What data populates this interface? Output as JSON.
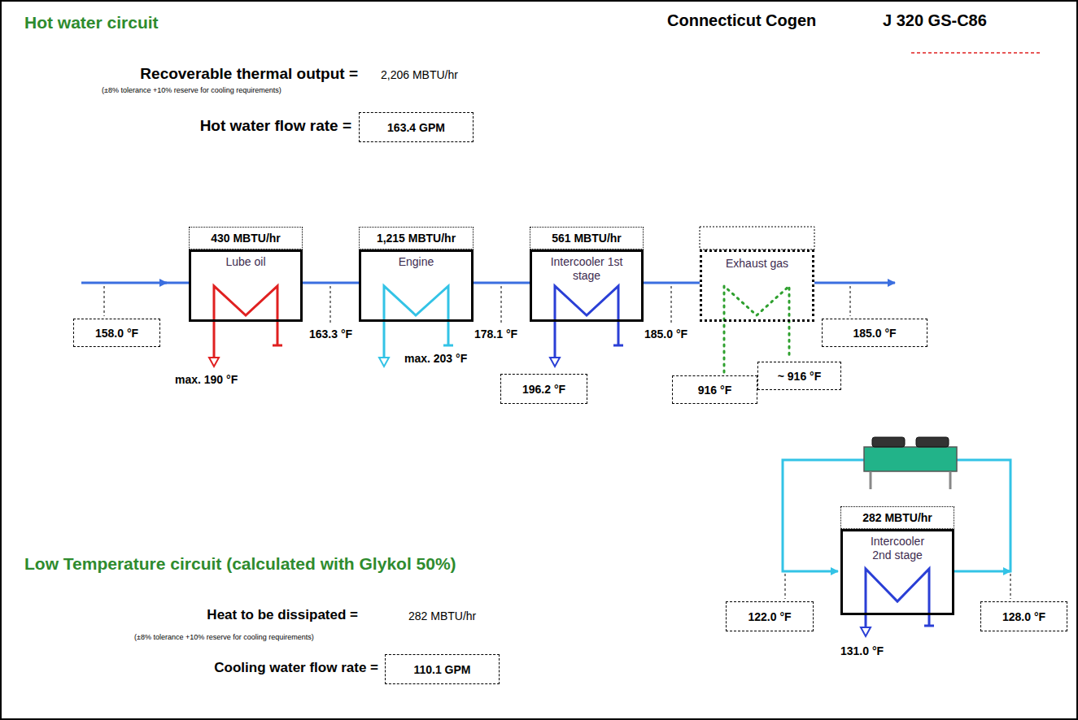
{
  "diagram": {
    "title": "Hot water circuit",
    "nodes": [
      {
        "text": [
          "163.4 GPM"
        ]
      },
      {
        "text": [
          "430 MBTU/hr"
        ]
      },
      {
        "text": [
          "1,215 MBTU/hr"
        ]
      },
      {
        "text": [
          "561 MBTU/hr"
        ]
      },
      {
        "text": [
          "Lube oil"
        ]
      },
      {
        "text": [
          "Engine"
        ]
      },
      {
        "text": [
          "Intercooler 1st stage"
        ]
      },
      {
        "text": [
          "Exhaust gas"
        ]
      },
      {
        "text": [
          "158.0 °F"
        ]
      },
      {
        "text": [
          "196.2 °F"
        ]
      },
      {
        "text": [
          "185.0 °F"
        ]
      },
      {
        "text": [
          "916 °F"
        ]
      },
      {
        "text": [
          "~ 916 °F"
        ]
      },
      {
        "text": [
          "282 MBTU/hr"
        ]
      },
      {
        "text": [
          "Intercooler 2nd stage"
        ]
      },
      {
        "text": [
          "122.0 °F"
        ]
      },
      {
        "text": [
          "128.0 °F"
        ]
      },
      {
        "text": [
          "110.1 GPM"
        ]
      }
    ],
    "edges": [
      {
        "from": 4,
        "to": 5,
        "arrow": "none"
      },
      {
        "from": 5,
        "to": 6,
        "arrow": "none"
      },
      {
        "from": 6,
        "to": 7,
        "arrow": "none"
      }
    ],
    "labels": [
      "Connecticut Cogen",
      "J 320 GS-C86",
      "Recoverable thermal output =",
      "2,206 MBTU/hr",
      "(±8% tolerance +10% reserve for cooling requirements)",
      "Hot water flow rate =",
      "163.3 °F",
      "178.1 °F",
      "185.0 °F",
      "max. 190 °F",
      "max. 203 °F",
      "Low Temperature circuit (calculated with Glykol 50%)",
      "Heat to be dissipated =",
      "282 MBTU/hr",
      "(±8% tolerance +10% reserve for cooling requirements)",
      "Cooling water flow rate =",
      "131.0 °F"
    ]
  }
}
